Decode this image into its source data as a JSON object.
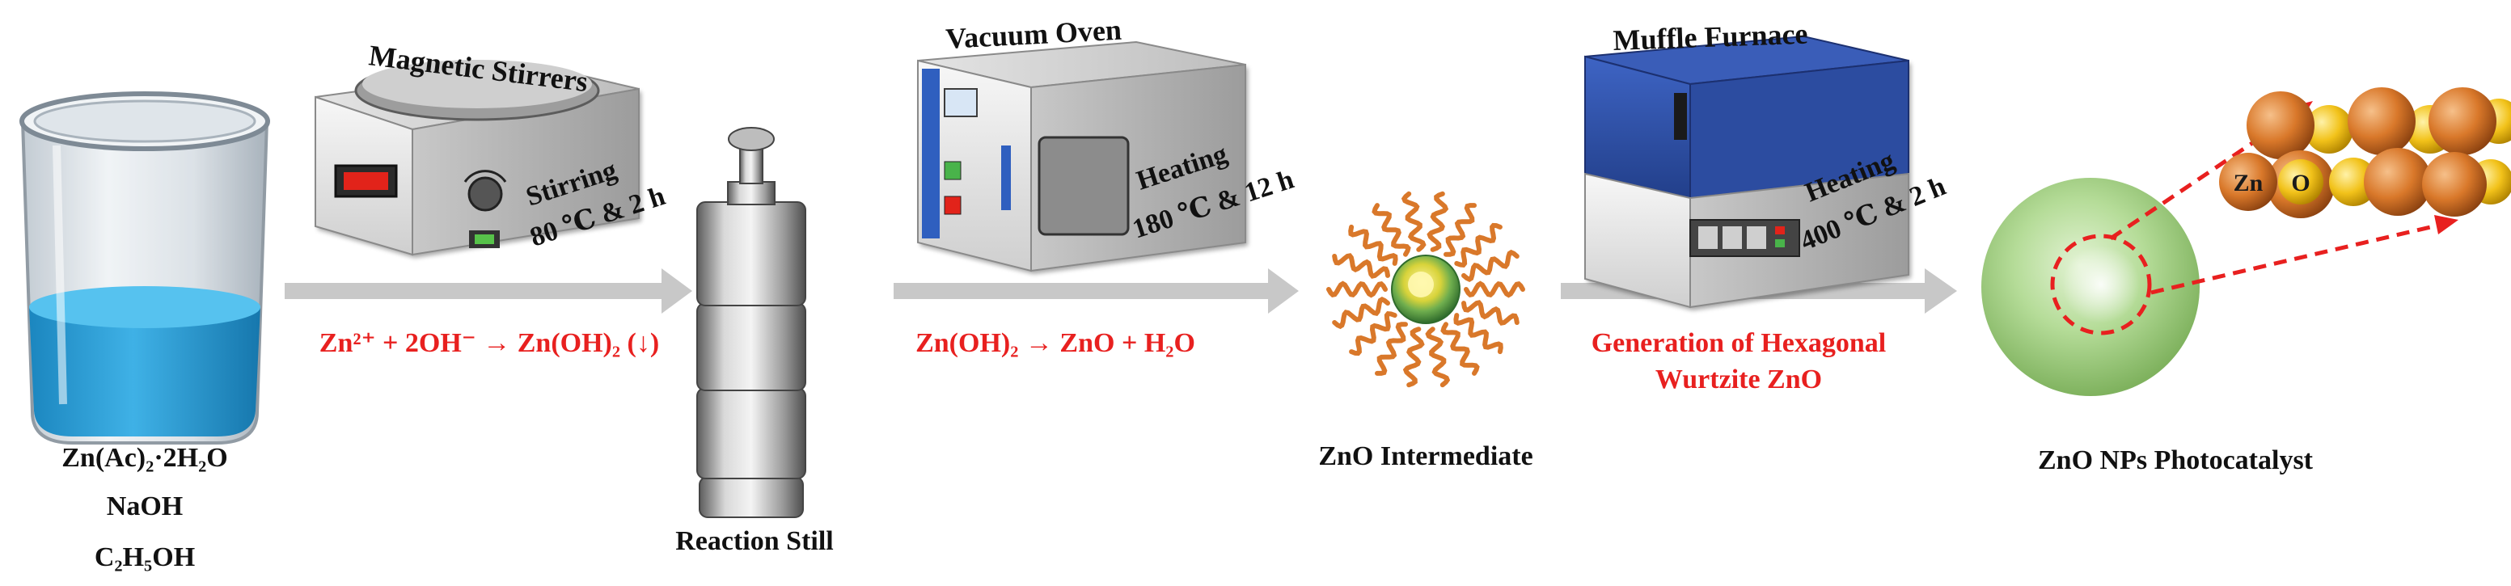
{
  "reagents": {
    "line1": "Zn(Ac)₂·2H₂O",
    "line2": "NaOH",
    "line3": "C₂H₅OH"
  },
  "stirrer": {
    "title": "Magnetic Stirrers",
    "condition_line1": "Stirring",
    "condition_line2": "80 ℃ & 2 h"
  },
  "step1_reaction": "Zn²⁺ + 2OH⁻ → Zn(OH)₂ (↓)",
  "reaction_still_label": "Reaction Still",
  "oven": {
    "title": "Vacuum Oven",
    "condition_line1": "Heating",
    "condition_line2": "180 ℃ & 12 h"
  },
  "step2_reaction": "Zn(OH)₂ → ZnO + H₂O",
  "intermediate_label": "ZnO Intermediate",
  "furnace": {
    "title": "Muffle Furnace",
    "condition_line1": "Heating",
    "condition_line2": "400 ℃ & 2 h"
  },
  "step3_note": {
    "line1": "Generation of Hexagonal",
    "line2": "Wurtzite ZnO"
  },
  "product_label": "ZnO NPs Photocatalyst",
  "lattice_labels": {
    "zn": "Zn",
    "o": "O"
  },
  "colors": {
    "reaction_text": "#e8201f",
    "arrow": "#c8c8c8",
    "liquid": "#2ea0d8",
    "zn_atom": "#d9782a",
    "o_atom": "#f2c21a",
    "sphere": "#a9d38b",
    "furnace": "#2f4fa3"
  }
}
